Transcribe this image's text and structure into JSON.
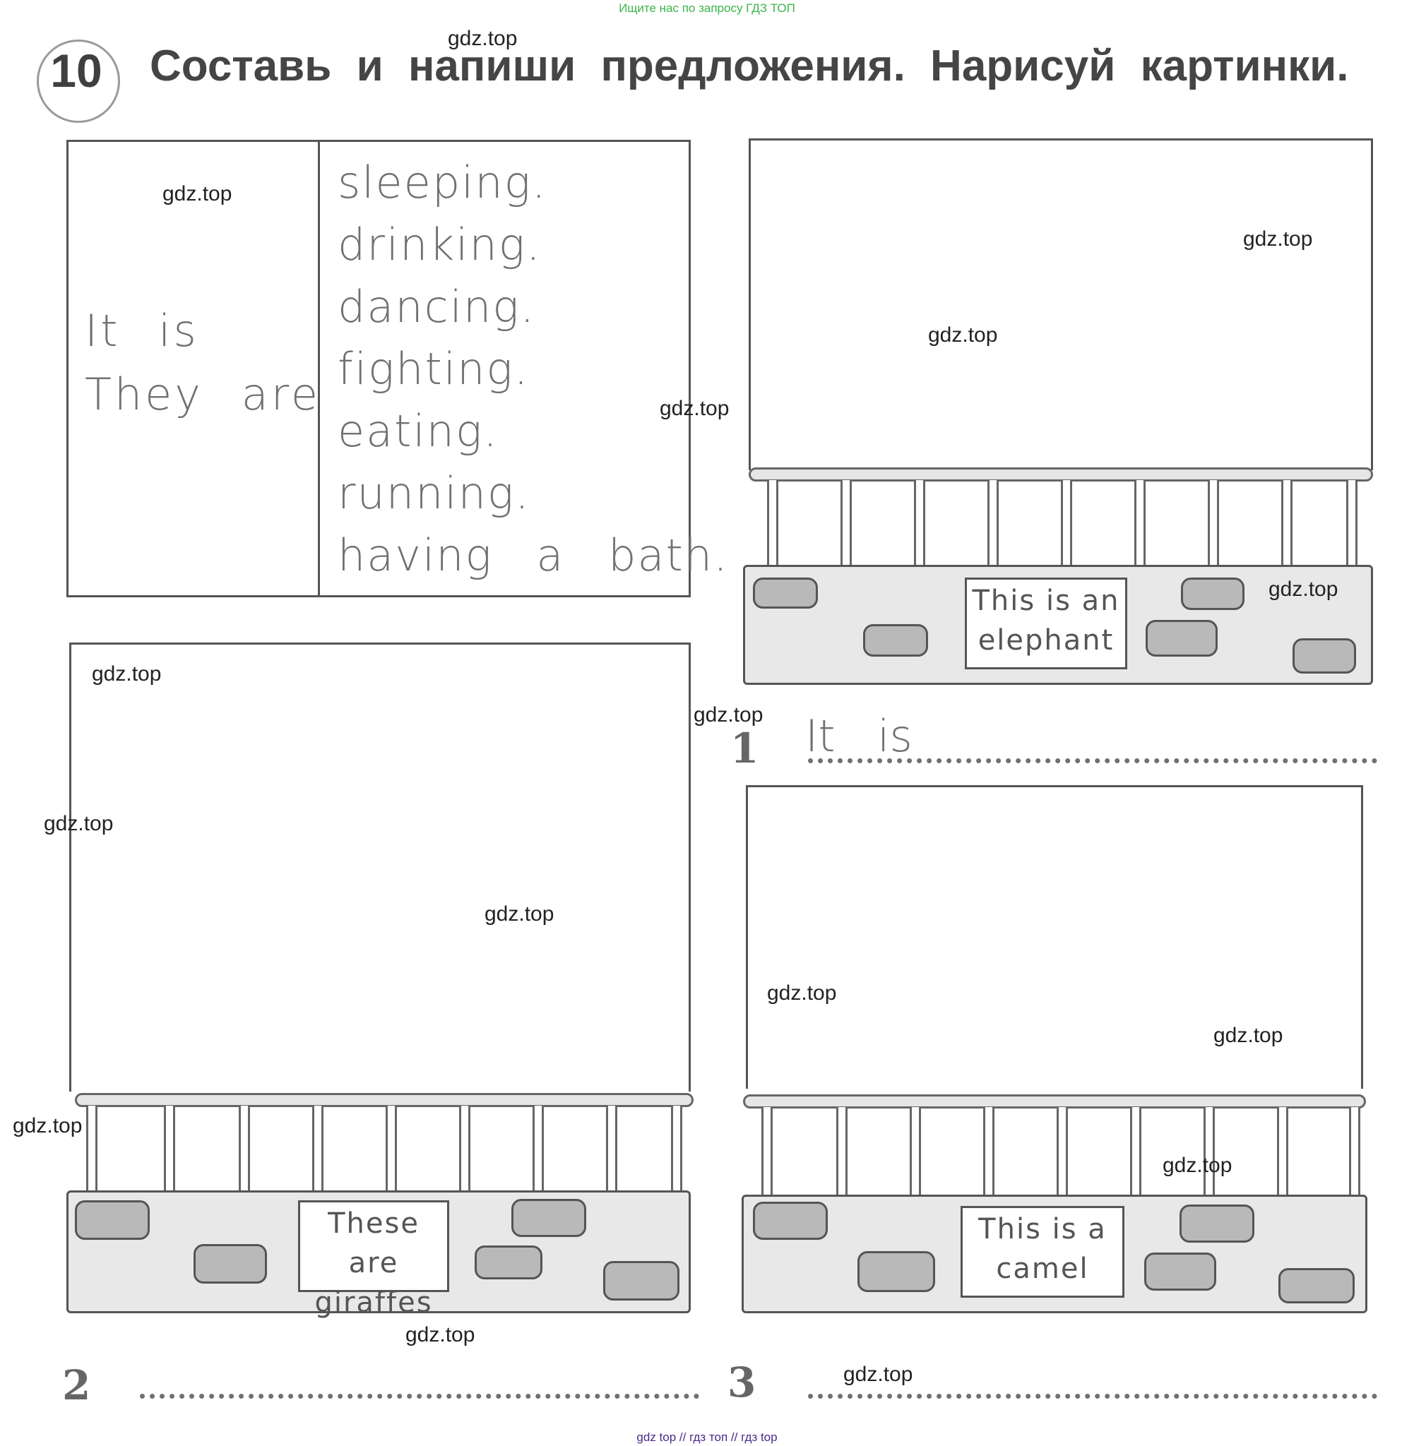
{
  "banner_top": "Ищите нас по запросу ГДЗ ТОП",
  "exercise": {
    "number": "10",
    "title": "Составь и напиши предложения. Нарисуй картинки."
  },
  "word_table": {
    "subjects": [
      "It is",
      "They are"
    ],
    "endings": [
      "sleeping.",
      "drinking.",
      "dancing.",
      "fighting.",
      "eating.",
      "running.",
      "having a bath."
    ]
  },
  "pictures": [
    {
      "number": "1",
      "sign_lines": [
        "This is an",
        "elephant"
      ],
      "answer_start": "It is"
    },
    {
      "number": "2",
      "sign_lines": [
        "These are",
        "giraffes"
      ],
      "answer_start": ""
    },
    {
      "number": "3",
      "sign_lines": [
        "This is a",
        "camel"
      ],
      "answer_start": ""
    }
  ],
  "watermark": "gdz.top",
  "banner_bottom": "gdz top  //  гдз топ  //  гдз top"
}
